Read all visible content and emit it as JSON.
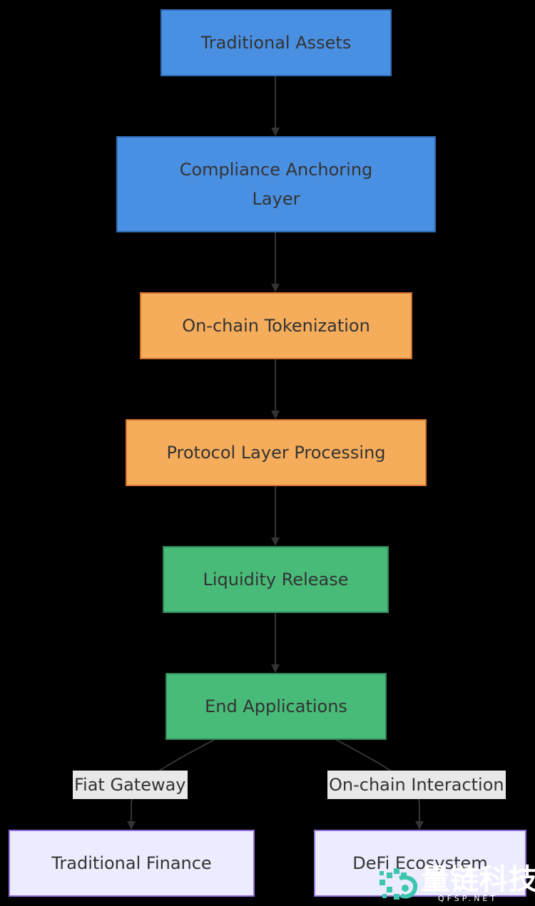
{
  "nodes": {
    "traditional_assets": "Traditional Assets",
    "compliance_line1": "Compliance Anchoring",
    "compliance_line2": "Layer",
    "tokenization": "On-chain Tokenization",
    "protocol": "Protocol Layer Processing",
    "liquidity": "Liquidity Release",
    "end_apps": "End Applications",
    "trad_finance": "Traditional Finance",
    "defi": "DeFi Ecosystem"
  },
  "edges": {
    "fiat_gateway": "Fiat Gateway",
    "onchain_interaction": "On-chain Interaction"
  },
  "watermark": {
    "title": "量链科技",
    "subtitle": "QFSP.NET"
  },
  "colors": {
    "blue": "#4a90e2",
    "orange": "#f5ad5c",
    "green": "#48bb78",
    "lavender": "#ececff",
    "edge": "#333333",
    "background": "#000000"
  }
}
